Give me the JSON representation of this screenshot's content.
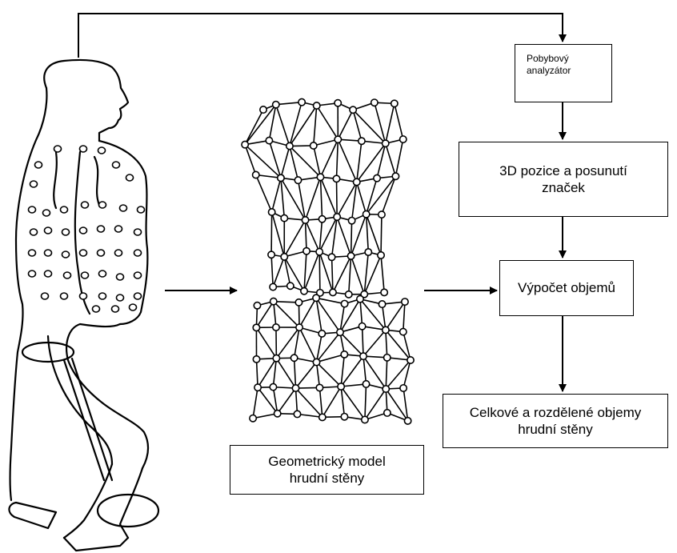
{
  "boxes": {
    "analyzer": "Pobybový analyzátor",
    "positions_line1": "3D pozice a posunutí",
    "positions_line2": "značek",
    "volume": "Výpočet objemů",
    "total_line1": "Celkové a rozdělené objemy",
    "total_line2": "hrudní stěny",
    "geometric_line1": "Geometrický model",
    "geometric_line2": "hrudní stěny"
  },
  "figures": {
    "subject": "person-seated-with-markers",
    "mesh": "chest-wall-wireframe-mesh"
  }
}
